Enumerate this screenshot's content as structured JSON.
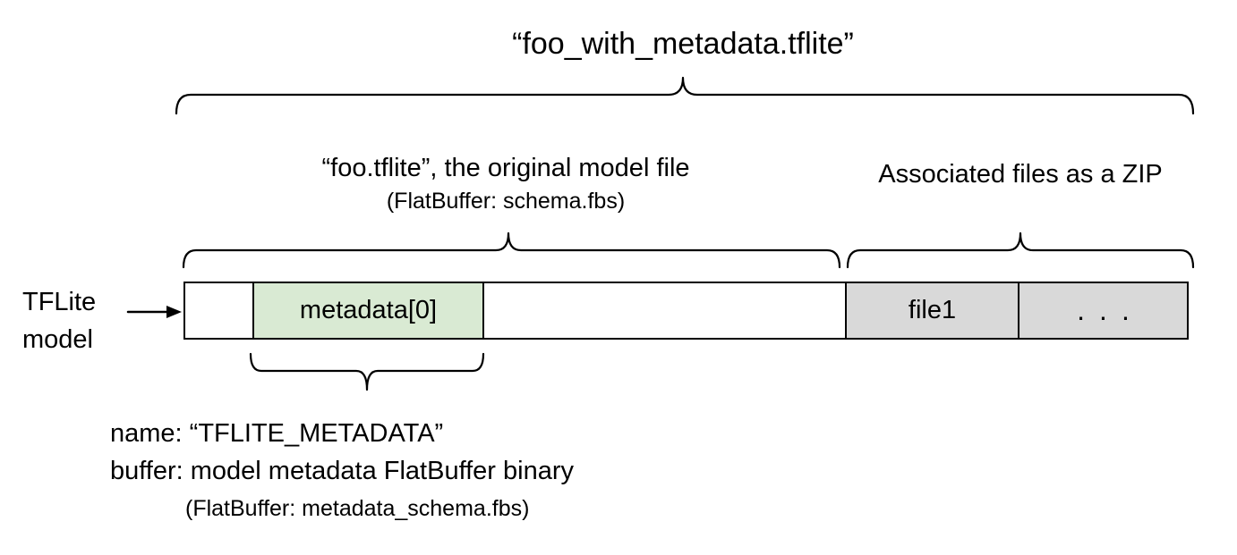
{
  "title": "“foo_with_metadata.tflite”",
  "labels": {
    "model_file_line1": "“foo.tflite”, the original model file",
    "model_file_line2": "(FlatBuffer: schema.fbs)",
    "associated_files": "Associated files as a ZIP",
    "tflite_model_line1": "TFLite",
    "tflite_model_line2": "model"
  },
  "bar": {
    "segments": [
      {
        "label": "",
        "type": "empty"
      },
      {
        "label": "metadata[0]",
        "type": "metadata-buffer"
      },
      {
        "label": "",
        "type": "empty"
      },
      {
        "label": "file1",
        "type": "associated-file"
      },
      {
        "label": "...",
        "type": "more-files"
      }
    ]
  },
  "metadata_details": {
    "line1": "name: “TFLITE_METADATA”",
    "line2": "buffer: model metadata FlatBuffer binary",
    "line3": "(FlatBuffer: metadata_schema.fbs)"
  },
  "colors": {
    "metadata_fill": "#d9ead3",
    "file_fill": "#d9d9d9",
    "stroke": "#000000",
    "background": "#ffffff"
  }
}
